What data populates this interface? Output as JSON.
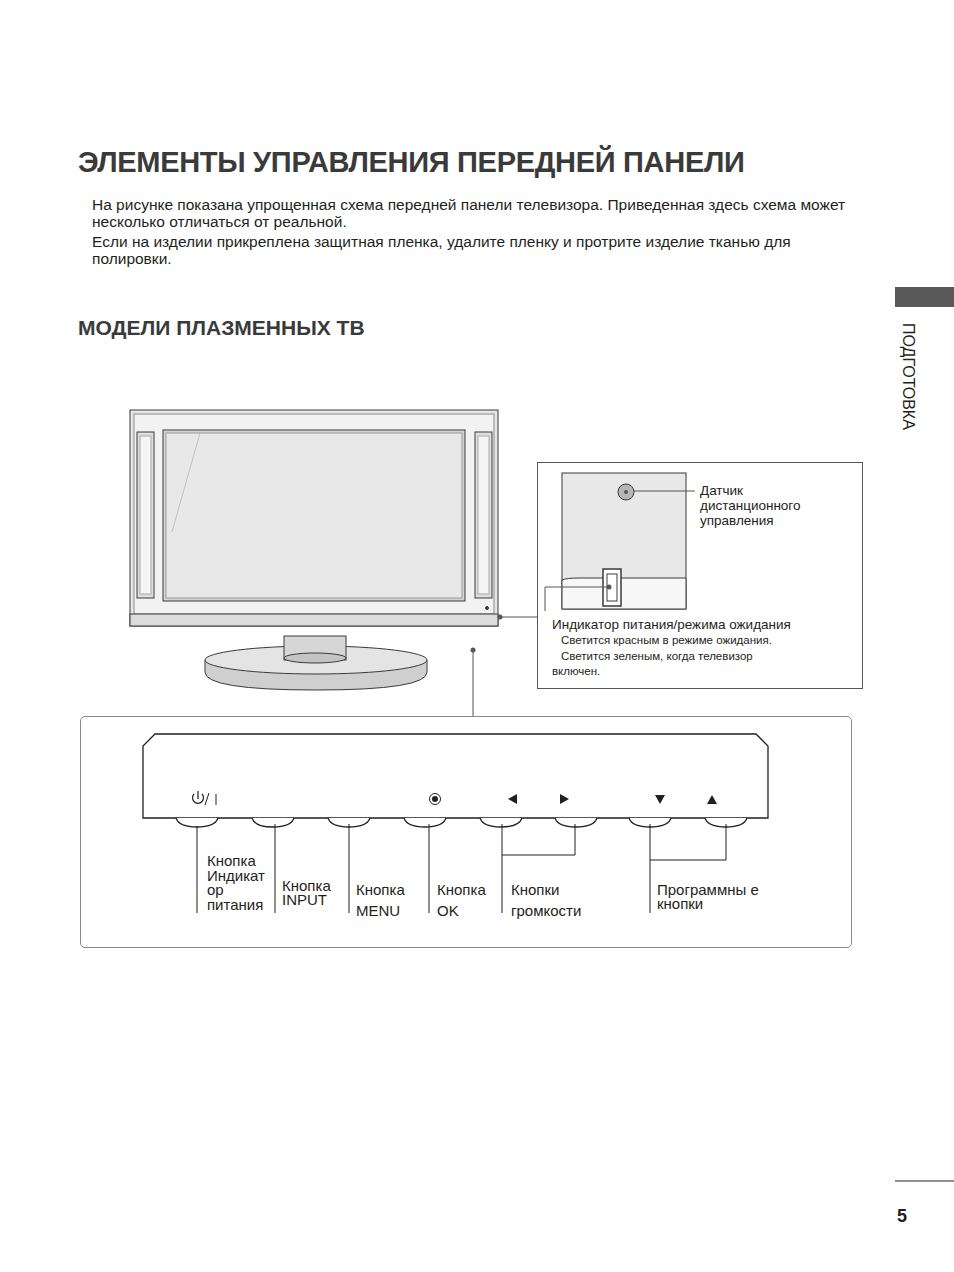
{
  "diagram": {
    "title": "ЭЛЕМЕНТЫ УПРАВЛЕНИЯ ПЕРЕДНЕЙ ПАНЕЛИ",
    "nodes": [
      {
        "text": [
          "Датчик дистанционного управления",
          "Индикатор питания/режима ожидания",
          "Светится красным в режиме ожидания.",
          "Светится зеленым, когда телевизор включен."
        ]
      },
      {
        "text": [
          "Кнопка Индикат ор питания",
          "Кнопка INPUT",
          "Кнопка MENU",
          "Кнопка OK",
          "Кнопки громкости",
          "Программны е кнопки"
        ]
      }
    ],
    "labels": [
      "На рисунке показана упрощенная схема передней панели телевизора. Приведенная здесь схема может несколько отличаться от реальной.",
      "Если на изделии прикреплена защитная пленка, удалите пленку и протрите изделие тканью для полировки.",
      "МОДЕЛИ ПЛАЗМЕННЫХ ТВ",
      "ПОДГОТОВКА",
      "5"
    ]
  }
}
